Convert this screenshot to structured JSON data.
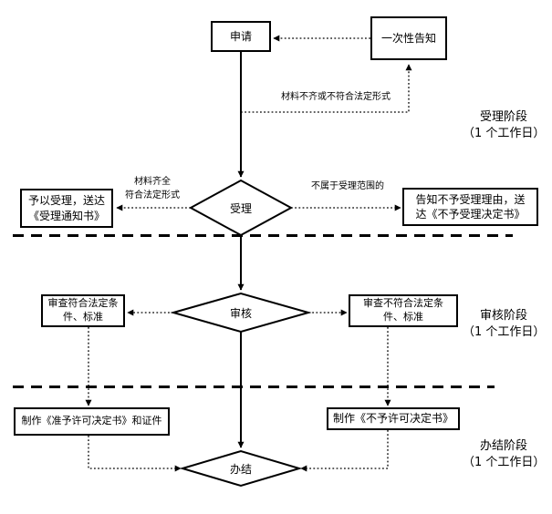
{
  "diagram": {
    "nodes": {
      "apply": {
        "label": "申请"
      },
      "one_time_notice": {
        "label": "一次性告知"
      },
      "accept_decision": {
        "label": "受理"
      },
      "review_decision": {
        "label": "审核"
      },
      "finish_decision": {
        "label": "办结"
      },
      "accept_yes": {
        "label": "予以受理，送达《受理通知书》"
      },
      "accept_no": {
        "label": "告知不予受理理由，送达《不予受理决定书》"
      },
      "review_pass": {
        "label": "审查符合法定条件、标准"
      },
      "review_fail": {
        "label": "审查不符合法定条件、标准"
      },
      "make_permit": {
        "label": "制作《准予许可决定书》和证件"
      },
      "make_denial": {
        "label": "制作《不予许可决定书》"
      }
    },
    "edge_labels": {
      "materials_incomplete": "材料不齐或不符合法定形式",
      "materials_complete": "材料齐全\n符合法定形式",
      "out_of_scope": "不属于受理范围的"
    },
    "stages": [
      {
        "name": "受理阶段",
        "duration": "（1 个工作日）"
      },
      {
        "name": "审核阶段",
        "duration": "（1 个工作日）"
      },
      {
        "name": "办结阶段",
        "duration": "（1 个工作日）"
      }
    ],
    "colors": {
      "line": "#000000",
      "background": "#ffffff",
      "box_fill": "#ffffff"
    }
  }
}
